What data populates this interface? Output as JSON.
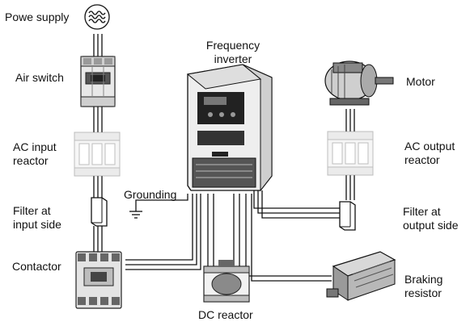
{
  "labels": {
    "power_supply": "Powe supply",
    "air_switch": "Air switch",
    "ac_input_reactor_1": "AC input",
    "ac_input_reactor_2": "reactor",
    "filter_input_1": "Filter at",
    "filter_input_2": "input side",
    "contactor": "Contactor",
    "frequency_inverter_1": "Frequency",
    "frequency_inverter_2": "inverter",
    "grounding": "Grounding",
    "dc_reactor": "DC reactor",
    "motor": "Motor",
    "ac_output_reactor_1": "AC output",
    "ac_output_reactor_2": "reactor",
    "filter_output_1": "Filter at",
    "filter_output_2": "output side",
    "braking_resistor_1": "Braking",
    "braking_resistor_2": "resistor"
  },
  "icons": {
    "power": "ac-power-source-icon",
    "air_switch": "air-switch-icon",
    "ac_input_reactor": "ac-input-reactor-icon",
    "filter_input": "filter-icon",
    "contactor": "contactor-icon",
    "inverter": "frequency-inverter-icon",
    "ground": "ground-symbol-icon",
    "dc_reactor": "dc-reactor-icon",
    "motor": "motor-icon",
    "ac_output_reactor": "ac-output-reactor-icon",
    "filter_output": "filter-icon",
    "braking_resistor": "braking-resistor-icon"
  }
}
